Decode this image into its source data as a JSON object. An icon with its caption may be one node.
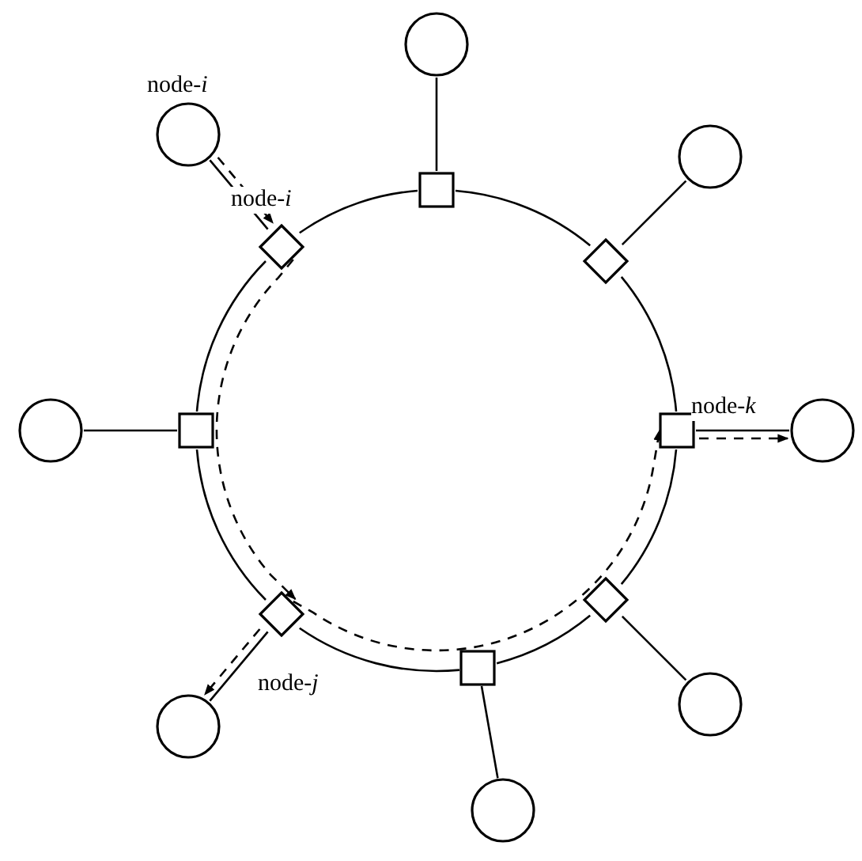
{
  "diagram": {
    "nodes": [
      {
        "text": [],
        "shape": "circle"
      },
      {
        "text": [],
        "shape": "box"
      },
      {
        "text": [],
        "shape": "circle"
      },
      {
        "text": [],
        "shape": "diamond"
      },
      {
        "text": [],
        "shape": "circle"
      },
      {
        "text": [],
        "shape": "box",
        "beside": [
          "node-*k*"
        ]
      },
      {
        "text": [],
        "shape": "circle"
      },
      {
        "text": [],
        "shape": "diamond"
      },
      {
        "text": [],
        "shape": "circle"
      },
      {
        "text": [],
        "shape": "box"
      },
      {
        "text": [],
        "shape": "circle"
      },
      {
        "text": [],
        "shape": "diamond",
        "beside": [
          "node-*j*"
        ]
      },
      {
        "text": [],
        "shape": "circle"
      },
      {
        "text": [],
        "shape": "box"
      },
      {
        "text": [],
        "shape": "circle",
        "beside": [
          "node-*i*"
        ]
      },
      {
        "text": [],
        "shape": "diamond",
        "beside": [
          "node-*i*"
        ]
      }
    ],
    "edges": [
      {
        "from": 0,
        "to": 1,
        "arrow": "none"
      },
      {
        "from": 2,
        "to": 3,
        "arrow": "none"
      },
      {
        "from": 4,
        "to": 5,
        "arrow": "none"
      },
      {
        "from": 6,
        "to": 7,
        "arrow": "none"
      },
      {
        "from": 8,
        "to": 9,
        "arrow": "none"
      },
      {
        "from": 10,
        "to": 11,
        "arrow": "none"
      },
      {
        "from": 12,
        "to": 13,
        "arrow": "none"
      },
      {
        "from": 14,
        "to": 15,
        "arrow": "none"
      },
      {
        "from": 1,
        "to": 3,
        "arrow": "none"
      },
      {
        "from": 3,
        "to": 5,
        "arrow": "none"
      },
      {
        "from": 5,
        "to": 7,
        "arrow": "none"
      },
      {
        "from": 7,
        "to": 9,
        "arrow": "none"
      },
      {
        "from": 9,
        "to": 11,
        "arrow": "none"
      },
      {
        "from": 11,
        "to": 13,
        "arrow": "none"
      },
      {
        "from": 13,
        "to": 15,
        "arrow": "none"
      },
      {
        "from": 15,
        "to": 1,
        "arrow": "none"
      },
      {
        "from": 14,
        "to": 15,
        "arrow": "to",
        "style": "dashed"
      },
      {
        "from": 15,
        "to": 11,
        "arrow": "to",
        "style": "dashed"
      },
      {
        "from": 11,
        "to": 10,
        "arrow": "to",
        "style": "dashed"
      },
      {
        "from": 11,
        "to": 5,
        "arrow": "to",
        "style": "dashed"
      },
      {
        "from": 5,
        "to": 4,
        "arrow": "to",
        "style": "dashed"
      }
    ]
  }
}
